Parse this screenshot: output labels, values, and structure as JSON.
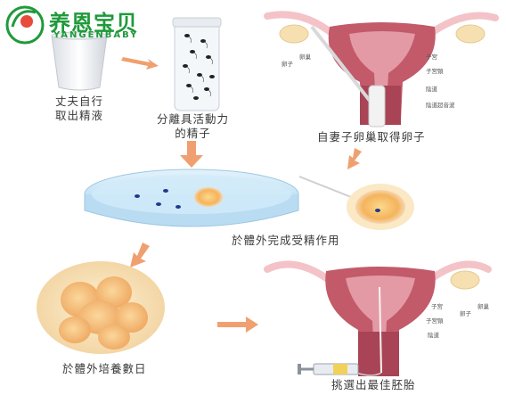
{
  "logo": {
    "name_cn": "养恩宝贝",
    "name_en": "YANGENBABY"
  },
  "steps": {
    "husband": "丈夫自行\n取出精液",
    "sperm_sep": "分離具活動力\n的精子",
    "egg_retrieve": "自妻子卵巢取得卵子",
    "fertilize": "於體外完成受精作用",
    "culture": "於體外培養數日",
    "transfer": "挑選出最佳胚胎"
  },
  "labels_top": {
    "egg": "卵子",
    "ovary": "卵巢",
    "uterus": "子宮",
    "cervix": "子宮頸",
    "vagina": "陰道",
    "probe": "陰道超音波"
  },
  "labels_bottom": {
    "uterus": "子宮",
    "cervix": "子宮頸",
    "vagina": "陰道",
    "egg": "卵子",
    "ovary": "卵巢"
  },
  "colors": {
    "arrow": "#f0a070",
    "uterus": "#c25a6a",
    "uterus_inner": "#e49aa5",
    "tube": "#f3c3c8",
    "egg": "#f2b266",
    "logo": "#1f9a3a"
  }
}
